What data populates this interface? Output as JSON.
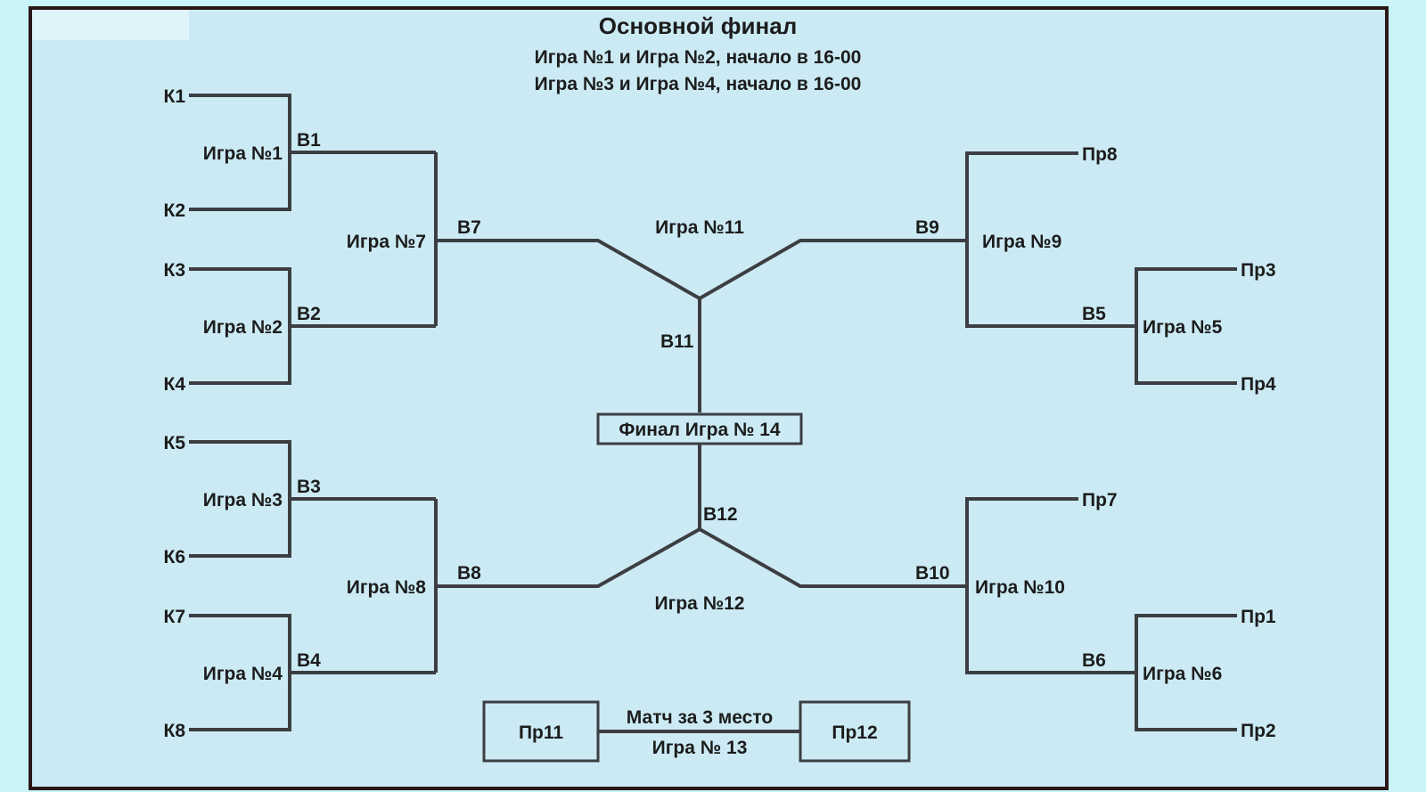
{
  "title": "Основной финал",
  "subtitle_lines": [
    "Игра №1 и Игра №2, начало в 16-00",
    "Игра №3 и Игра №4, начало в 16-00"
  ],
  "participants": {
    "k1": "К1",
    "k2": "К2",
    "k3": "К3",
    "k4": "К4",
    "k5": "К5",
    "k6": "К6",
    "k7": "К7",
    "k8": "К8",
    "pr1": "Пр1",
    "pr2": "Пр2",
    "pr3": "Пр3",
    "pr4": "Пр4",
    "pr7": "Пр7",
    "pr8": "Пр8",
    "pr11": "Пр11",
    "pr12": "Пр12"
  },
  "games": {
    "g1": "Игра №1",
    "g2": "Игра №2",
    "g3": "Игра №3",
    "g4": "Игра №4",
    "g5": "Игра №5",
    "g6": "Игра №6",
    "g7": "Игра №7",
    "g8": "Игра №8",
    "g9": "Игра №9",
    "g10": "Игра №10",
    "g11": "Игра №11",
    "g12": "Игра №12",
    "final": "Финал Игра № 14",
    "third_place": "Матч за 3 место",
    "g13": "Игра № 13"
  },
  "winners": {
    "b1": "В1",
    "b2": "В2",
    "b3": "В3",
    "b4": "В4",
    "b5": "В5",
    "b6": "В6",
    "b7": "В7",
    "b8": "В8",
    "b9": "В9",
    "b10": "В10",
    "b11": "В11",
    "b12": "В12"
  },
  "colors": {
    "background": "#c8f4f8",
    "panel": "#cbeaf4",
    "lines": "#3c3e42",
    "border": "#2a1616",
    "text": "#1c1c1c"
  }
}
